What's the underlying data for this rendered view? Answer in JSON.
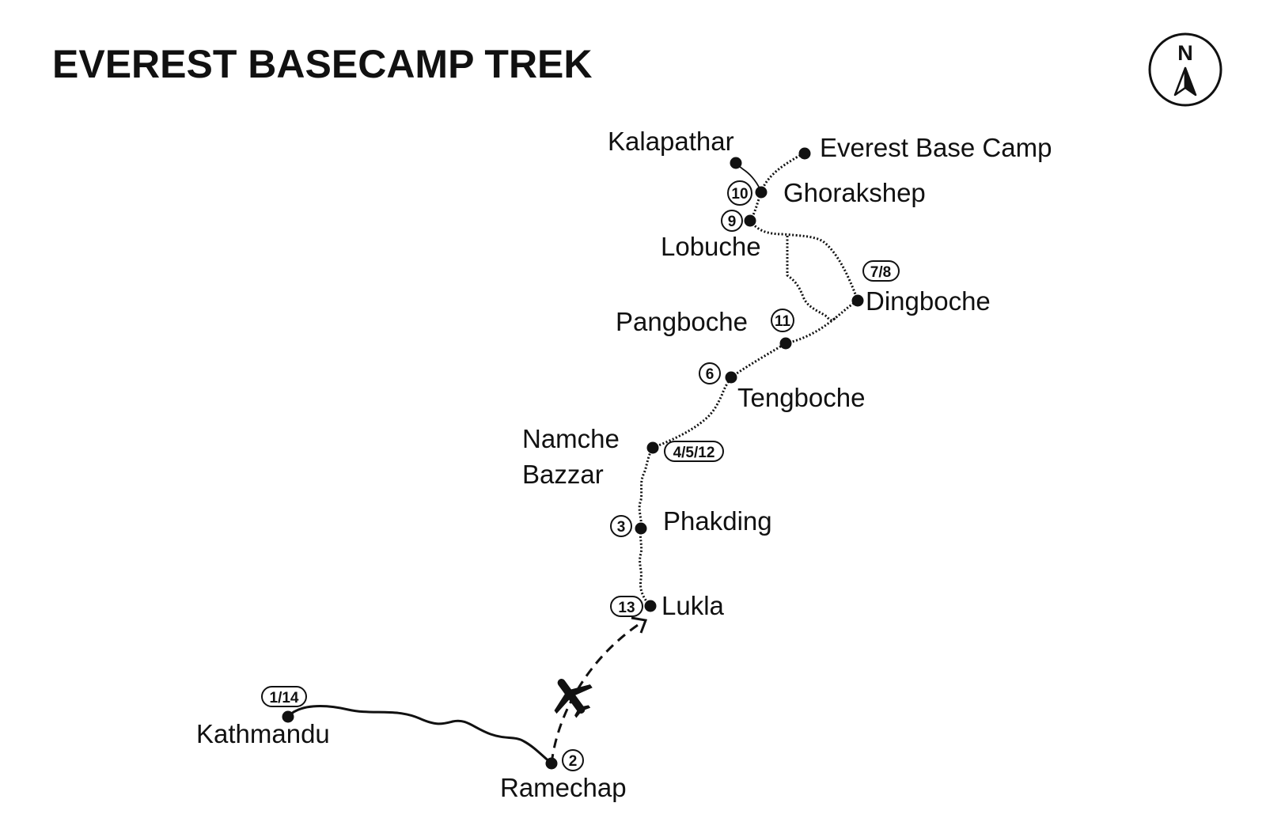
{
  "map": {
    "title": "EVEREST BASECAMP TREK",
    "compass_label": "N",
    "icons": [
      "north-arrow-icon",
      "airplane-icon"
    ],
    "places": {
      "kathmandu": "Kathmandu",
      "ramechap": "Ramechap",
      "lukla": "Lukla",
      "phakding": "Phakding",
      "namche_line1": "Namche",
      "namche_line2": "Bazzar",
      "tengboche": "Tengboche",
      "pangboche": "Pangboche",
      "dingboche": "Dingboche",
      "lobuche": "Lobuche",
      "ghorakshep": "Ghorakshep",
      "kalapathar": "Kalapathar",
      "everest_base_camp": "Everest Base Camp"
    },
    "days": {
      "kathmandu": "1/14",
      "ramechap": "2",
      "lukla": "13",
      "phakding": "3",
      "namche": "4/5/12",
      "tengboche": "6",
      "pangboche": "11",
      "dingboche": "7/8",
      "lobuche": "9",
      "ghorakshep": "10"
    },
    "colors": {
      "ink": "#111111",
      "background": "#ffffff"
    }
  }
}
